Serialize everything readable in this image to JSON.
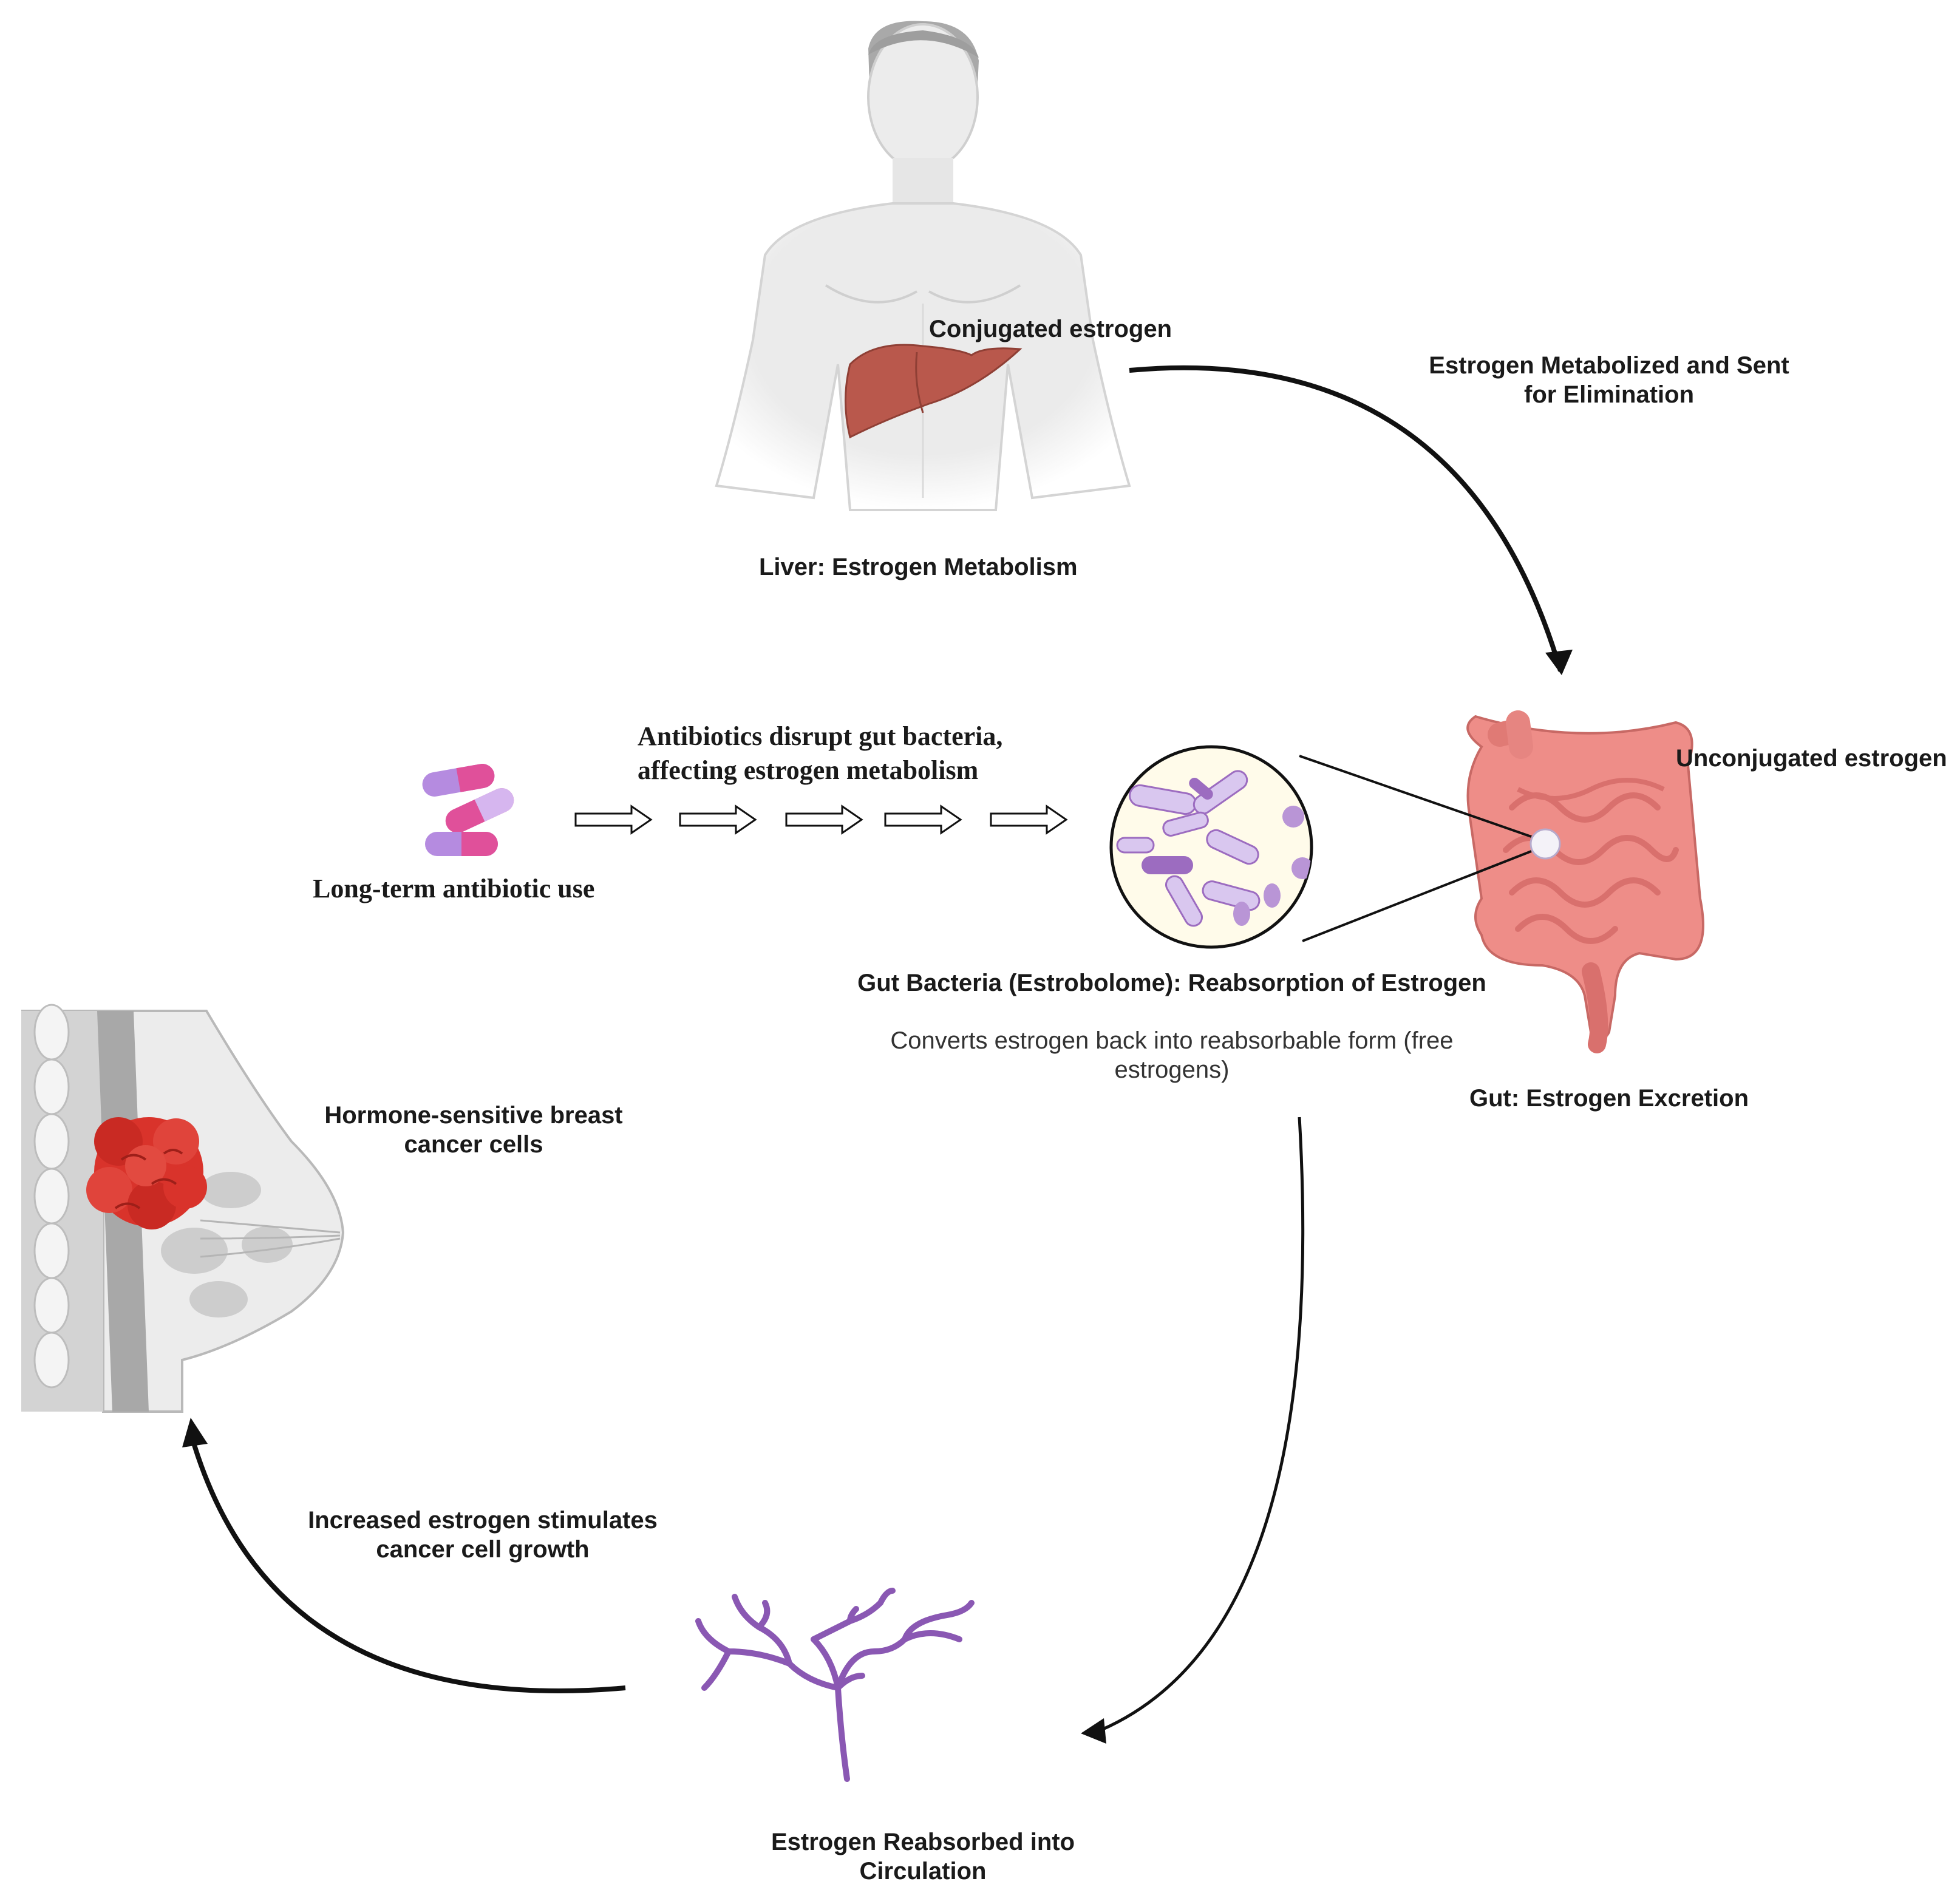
{
  "colors": {
    "arrow": "#111111",
    "liver": "#b9584c",
    "gut": "#ee8d88",
    "gut_dark": "#d9706d",
    "capsule_purple": "#b58be0",
    "capsule_pink": "#e0509a",
    "bacteria_fill": "#d9c7ef",
    "bacteria_dark": "#9c6cc0",
    "vessel": "#8a58b3",
    "tumor": "#d9332b",
    "body_gray": "#e9e9e9"
  },
  "liver": {
    "conjugated_label": "Conjugated estrogen",
    "title": "Liver: Estrogen Metabolism"
  },
  "arrow_liver_gut": {
    "label": "Estrogen Metabolized and Sent\nfor Elimination"
  },
  "gut": {
    "unconjugated_label": "Unconjugated estrogen",
    "title": "Gut: Estrogen Excretion"
  },
  "antibiotics": {
    "label": "Long-term antibiotic use",
    "effect_text": "Antibiotics disrupt gut bacteria,\naffecting estrogen metabolism"
  },
  "bacteria": {
    "title": "Gut Bacteria (Estrobolome): Reabsorption of Estrogen",
    "description": "Converts estrogen back into reabsorbable form (free\nestrogens)"
  },
  "breast": {
    "label": "Hormone-sensitive breast\ncancer cells"
  },
  "arrow_vessel_breast": {
    "label": "Increased estrogen stimulates\ncancer cell growth"
  },
  "circulation": {
    "label": "Estrogen Reabsorbed into\nCirculation"
  },
  "icons": {
    "human": "human-torso-icon",
    "liver": "liver-icon",
    "gut": "intestine-icon",
    "capsules": "capsule-icon",
    "bacteria": "bacteria-icon",
    "vessel": "blood-vessel-icon",
    "breast": "breast-tumor-icon"
  }
}
